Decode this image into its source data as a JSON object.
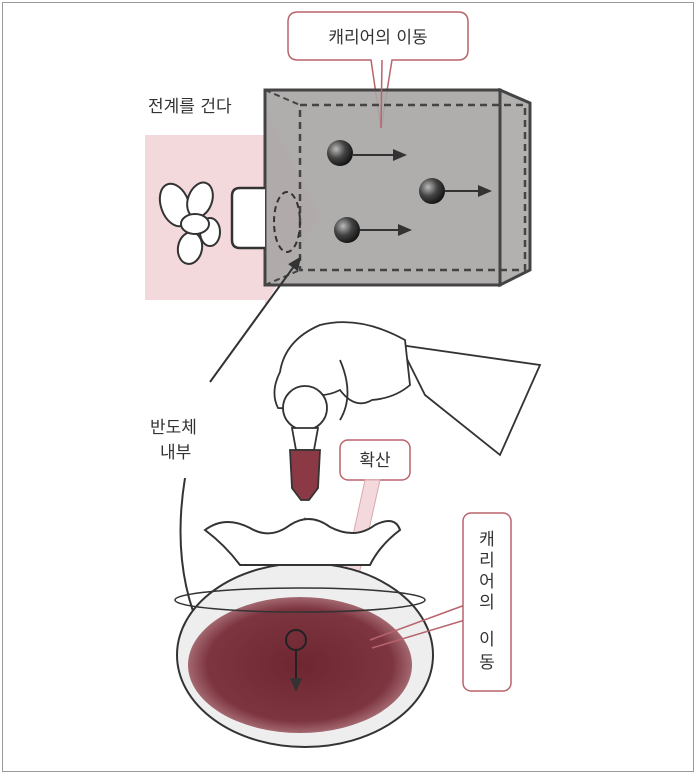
{
  "labels": {
    "carrier_move_top": "캐리어의 이동",
    "apply_field": "전계를 건다",
    "semiconductor_inside_line1": "반도체",
    "semiconductor_inside_line2": "내부",
    "diffusion": "확산",
    "carrier_move_side": [
      "캐",
      "리",
      "어",
      "의",
      " ",
      "이",
      "동"
    ]
  },
  "colors": {
    "box": "#a9a6a6",
    "pink_arrow": "#f4d9dc",
    "callout_border": "#b8646c",
    "liquid": "#7a2c35",
    "dropper": "#8b3a45"
  }
}
